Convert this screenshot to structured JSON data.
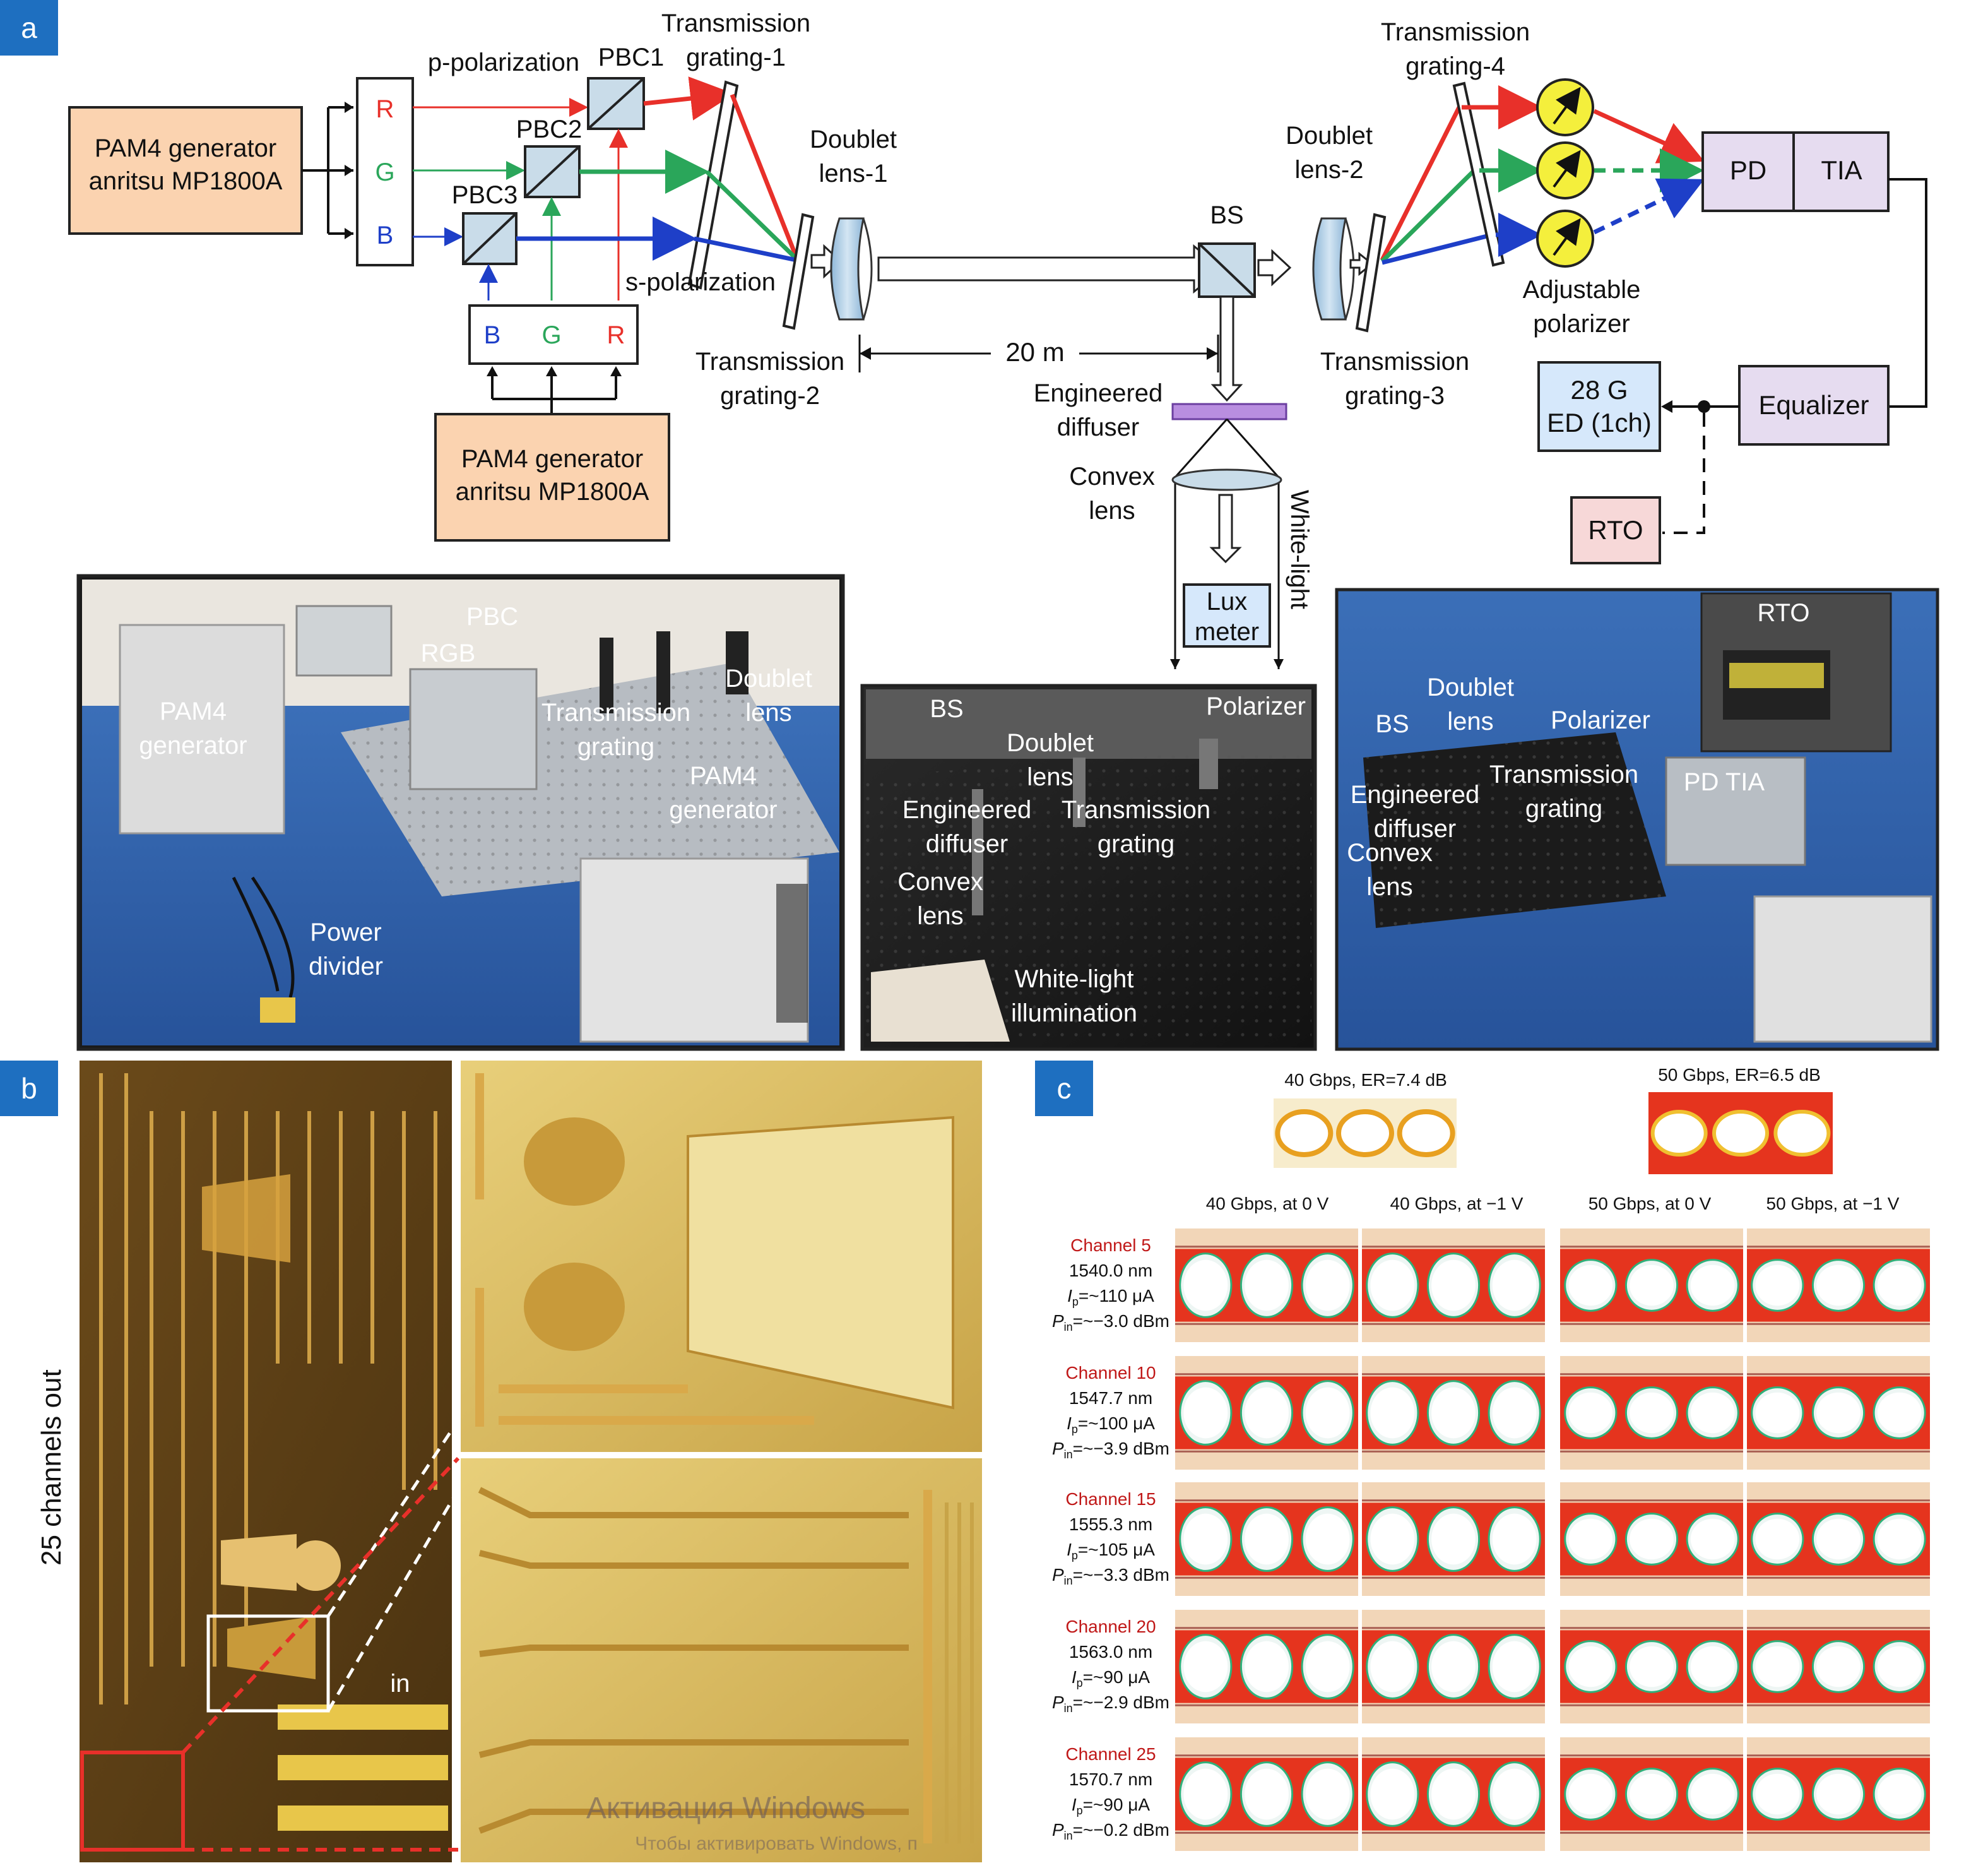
{
  "colors": {
    "tag": "#1e6fc0",
    "generator": "#fbd3b0",
    "module": "#e6dcf0",
    "rto": "#f7d8d8",
    "ed": "#d6e8fb",
    "red_beam": "#e8302a",
    "green_beam": "#2aa65a",
    "blue_beam": "#1e3fc8"
  },
  "panel_a": {
    "tag": "a",
    "gen_top": [
      "PAM4 generator",
      "anritsu MP1800A"
    ],
    "gen_bottom": [
      "PAM4 generator",
      "anritsu MP1800A"
    ],
    "rgb_top": [
      "R",
      "G",
      "B"
    ],
    "rgb_bottom": [
      "B",
      "G",
      "R"
    ],
    "p_polarization": "p-polarization",
    "s_polarization": "s-polarization",
    "pbc1": "PBC1",
    "pbc2": "PBC2",
    "pbc3": "PBC3",
    "grating1": [
      "Transmission",
      "grating-1"
    ],
    "grating2": [
      "Transmission",
      "grating-2"
    ],
    "grating3": [
      "Transmission",
      "grating-3"
    ],
    "grating4": [
      "Transmission",
      "grating-4"
    ],
    "doublet1": [
      "Doublet",
      "lens-1"
    ],
    "doublet2": [
      "Doublet",
      "lens-2"
    ],
    "bs": "BS",
    "distance": "20 m",
    "diffuser": [
      "Engineered",
      "diffuser"
    ],
    "convex": [
      "Convex",
      "lens"
    ],
    "white_light": "White-light",
    "lux": [
      "Lux",
      "meter"
    ],
    "polarizer": [
      "Adjustable",
      "polarizer"
    ],
    "pd": "PD",
    "tia": "TIA",
    "ed": [
      "28 G",
      "ED (1ch)"
    ],
    "equalizer": "Equalizer",
    "rto": "RTO",
    "photo1": {
      "pbc": "PBC",
      "rgb": "RGB",
      "pam4_gen_left": [
        "PAM4",
        "generator"
      ],
      "grating": [
        "Transmission",
        "grating"
      ],
      "doublet": [
        "Doublet",
        "lens"
      ],
      "pam4_gen_right": [
        "PAM4",
        "generator"
      ],
      "power": [
        "Power",
        "divider"
      ]
    },
    "photo2": {
      "bs": "BS",
      "doublet": [
        "Doublet",
        "lens"
      ],
      "polarizer": "Polarizer",
      "diffuser": [
        "Engineered",
        "diffuser"
      ],
      "grating": [
        "Transmission",
        "grating"
      ],
      "convex": [
        "Convex",
        "lens"
      ],
      "white": [
        "White-light",
        "illumination"
      ]
    },
    "photo3": {
      "rto": "RTO",
      "bs": "BS",
      "doublet": [
        "Doublet",
        "lens"
      ],
      "polarizer": "Polarizer",
      "diffuser": [
        "Engineered",
        "diffuser"
      ],
      "grating": [
        "Transmission",
        "grating"
      ],
      "pdtia": "PD TIA",
      "convex": [
        "Convex",
        "lens"
      ]
    }
  },
  "panel_b": {
    "tag": "b",
    "side_label": "25 channels out",
    "in_label": "in",
    "watermark": "Активация Windows",
    "watermark2": "Чтобы активировать Windows, п"
  },
  "panel_c": {
    "tag": "c",
    "ref_eye_1": "40 Gbps, ER=7.4 dB",
    "ref_eye_2": "50 Gbps, ER=6.5 dB",
    "columns": [
      "40 Gbps, at 0 V",
      "40 Gbps, at −1 V",
      "50 Gbps, at 0 V",
      "50 Gbps, at −1 V"
    ],
    "channels": [
      {
        "name": "Channel 5",
        "wl": "1540.0 nm",
        "ip": "=~110 μA",
        "pin": "=~−3.0 dBm"
      },
      {
        "name": "Channel 10",
        "wl": "1547.7 nm",
        "ip": "=~100 μA",
        "pin": "=~−3.9 dBm"
      },
      {
        "name": "Channel 15",
        "wl": "1555.3 nm",
        "ip": "=~105 μA",
        "pin": "=~−3.3 dBm"
      },
      {
        "name": "Channel 20",
        "wl": "1563.0 nm",
        "ip": "=~90 μA",
        "pin": "=~−2.9 dBm"
      },
      {
        "name": "Channel 25",
        "wl": "1570.7 nm",
        "ip": "=~90 μA",
        "pin": "=~−0.2 dBm"
      }
    ],
    "ip_prefix": "I",
    "ip_sub": "p",
    "pin_prefix": "P",
    "pin_sub": "in"
  }
}
